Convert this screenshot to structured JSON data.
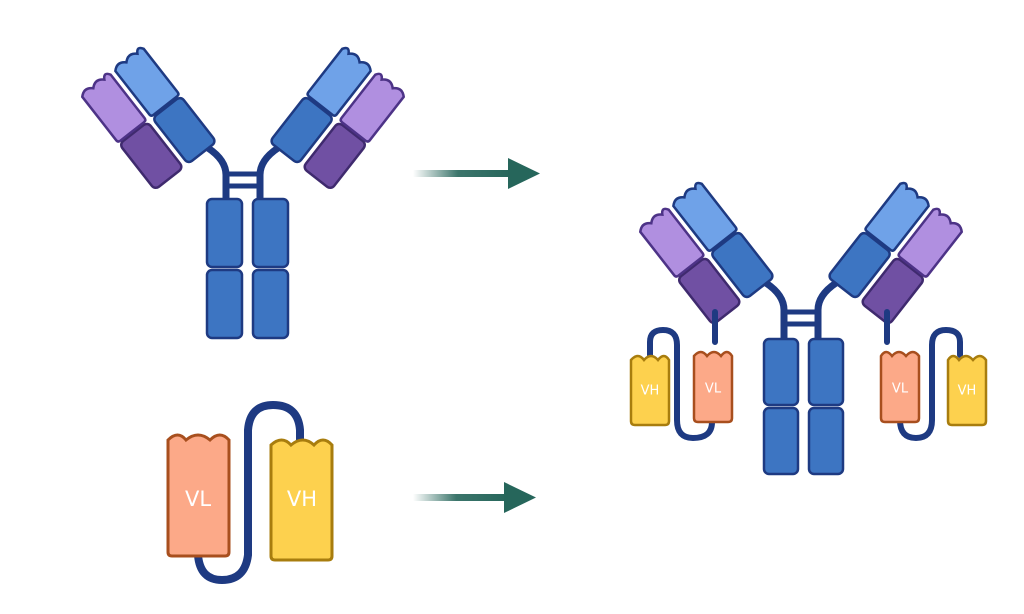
{
  "scfv": {
    "vl_label": "VL",
    "vh_label": "VH"
  },
  "fusion": {
    "left": {
      "vh_label": "VH",
      "vl_label": "VL"
    },
    "right": {
      "vl_label": "VL",
      "vh_label": "VH"
    }
  },
  "colors": {
    "heavy_chain": "#3d75c2",
    "heavy_variable": "#6fa2e8",
    "light_variable": "#b08fe0",
    "light_constant": "#7050a3",
    "linker": "#1e3a82",
    "vl_domain": "#fca988",
    "vh_domain": "#fdd14e",
    "arrow": "#26665b"
  }
}
